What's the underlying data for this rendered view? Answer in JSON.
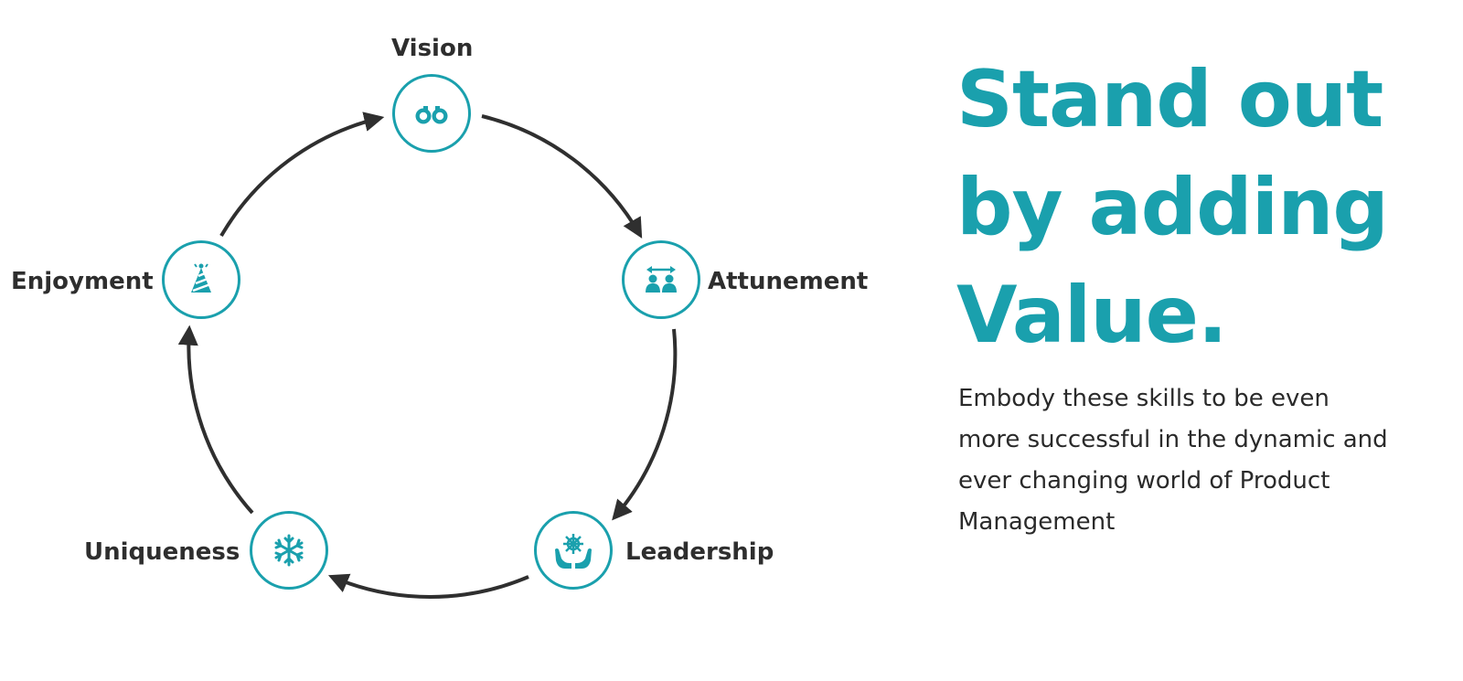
{
  "diagram": {
    "nodes": [
      {
        "id": "vision",
        "label": "Vision",
        "icon": "binoculars-icon"
      },
      {
        "id": "attunement",
        "label": "Attunement",
        "icon": "people-alignment-icon"
      },
      {
        "id": "leadership",
        "label": "Leadership",
        "icon": "hands-helm-icon"
      },
      {
        "id": "uniqueness",
        "label": "Uniqueness",
        "icon": "snowflake-icon"
      },
      {
        "id": "enjoyment",
        "label": "Enjoyment",
        "icon": "party-hat-icon"
      }
    ],
    "flow": "clockwise"
  },
  "headline": {
    "line1": "Stand out",
    "line2": "by adding",
    "line3": "Value."
  },
  "description": "Embody these skills to be even more successful in the dynamic and ever changing world of Product Management",
  "colors": {
    "accent": "#1aa0ad",
    "arrow": "#2f2f2f",
    "label": "#2e2e2e"
  }
}
